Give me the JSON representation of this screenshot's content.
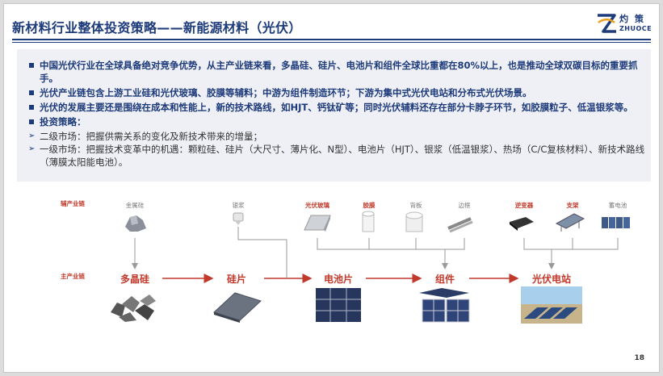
{
  "header": {
    "title": "新材料行业整体投资策略——新能源材料（光伏）",
    "logo_cn": "灼 策",
    "logo_en": "ZHUOCE"
  },
  "bullets": [
    "中国光伏行业在全球具备绝对竞争优势，从主产业链来看，多晶硅、硅片、电池片和组件全球比重都在80%以上，也是推动全球双碳目标的重要抓手。",
    "光伏产业链包含上游工业硅和光伏玻璃、胶膜等辅料；中游为组件制造环节；下游为集中式光伏电站和分布式光伏场景。",
    "光伏的发展主要还是围绕在成本和性能上，新的技术路线，如HJT、钙钛矿等；同时光伏辅料还存在部分卡脖子环节，如胶膜粒子、低温银浆等。",
    "投资策略："
  ],
  "sub_items": [
    "二级市场：把握供需关系的变化及新技术带来的增量；",
    "一级市场：把握技术变革中的机遇：颗粒硅、硅片（大尺寸、薄片化、N型）、电池片（HJT）、银浆（低温银浆）、热场（C/C复核材料）、新技术路线（薄膜太阳能电池）。"
  ],
  "diagram": {
    "aux_chain_label": "辅产业链",
    "main_chain_label": "主产业链",
    "aux_items": [
      "金属硅",
      "银浆",
      "光伏玻璃",
      "胶膜",
      "背板",
      "边框",
      "逆变器",
      "支架",
      "蓄电池"
    ],
    "main_items": [
      "多晶硅",
      "硅片",
      "电池片",
      "组件",
      "光伏电站"
    ]
  },
  "page_number": "18"
}
